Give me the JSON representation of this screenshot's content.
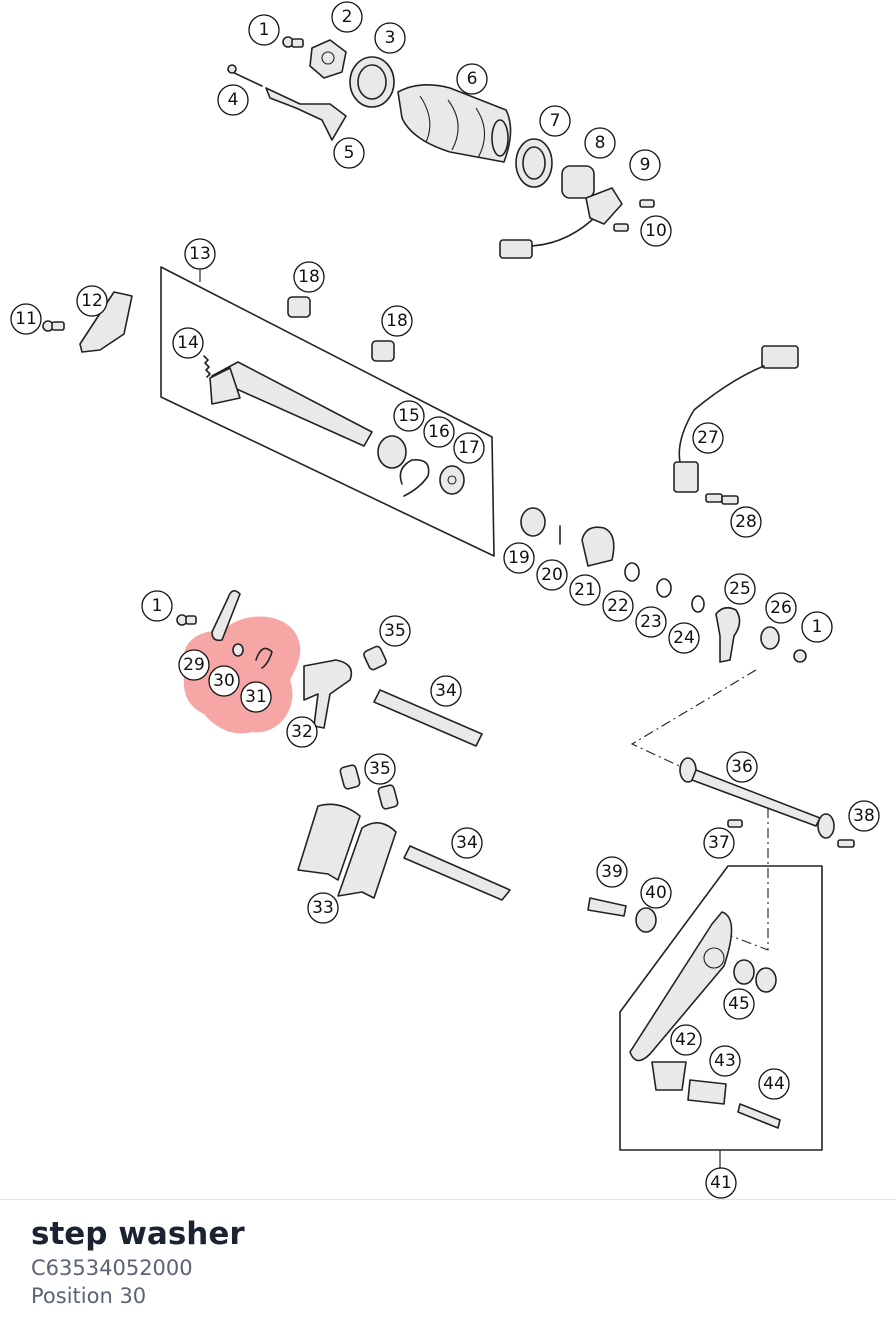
{
  "selected_part": {
    "name": "step washer",
    "number": "C63534052000",
    "position": "Position 30",
    "highlight_color": "#f26b6b"
  },
  "callouts": [
    "1",
    "2",
    "3",
    "4",
    "5",
    "6",
    "7",
    "8",
    "9",
    "10",
    "11",
    "12",
    "13",
    "14",
    "15",
    "16",
    "17",
    "18",
    "18",
    "19",
    "20",
    "21",
    "22",
    "23",
    "24",
    "25",
    "26",
    "1",
    "27",
    "28",
    "29",
    "30",
    "31",
    "32",
    "33",
    "34",
    "34",
    "35",
    "35",
    "36",
    "37",
    "38",
    "39",
    "40",
    "41",
    "42",
    "43",
    "44",
    "45",
    "1"
  ]
}
